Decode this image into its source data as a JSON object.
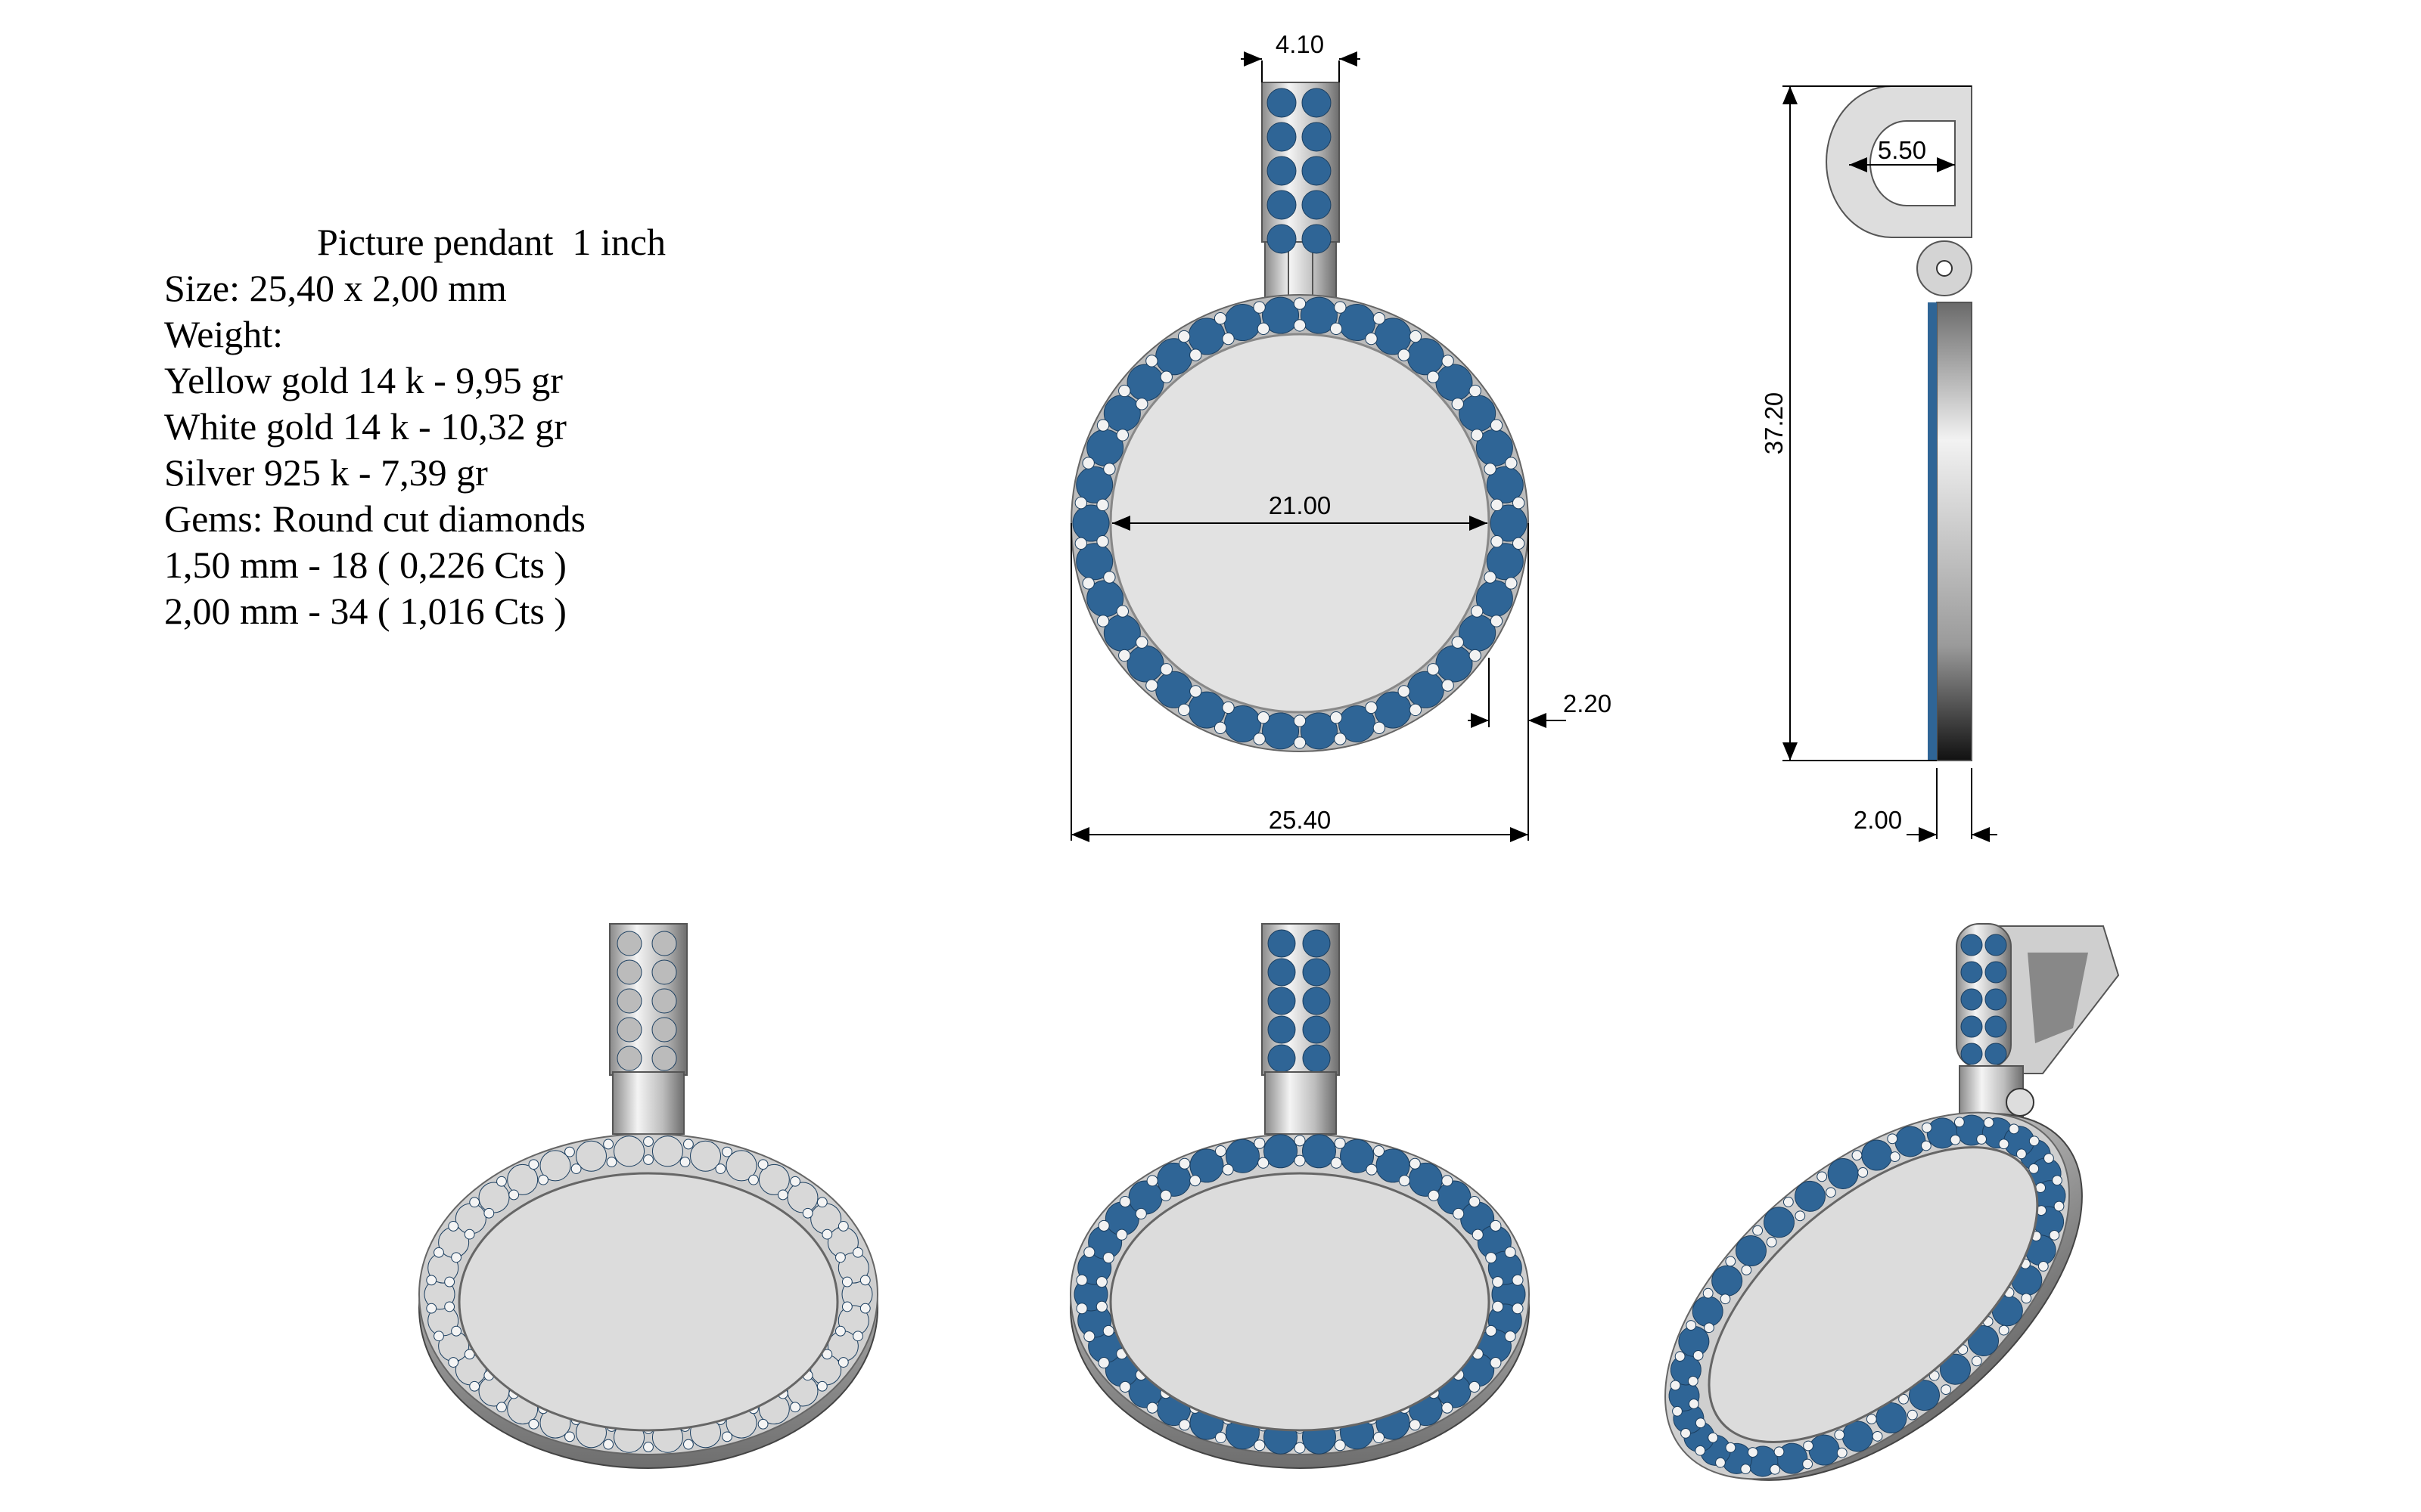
{
  "spec": {
    "title": "Picture pendant  1 inch",
    "lines": [
      "Size: 25,40 x 2,00 mm",
      "Weight:",
      "Yellow gold 14 k - 9,95 gr",
      "White gold 14 k - 10,32 gr",
      "Silver 925 k - 7,39 gr",
      "Gems: Round cut diamonds",
      "1,50 mm - 18 ( 0,226 Cts )",
      "2,00 mm - 34 ( 1,016 Cts )"
    ]
  },
  "dimensions": {
    "bail_width": "4.10",
    "inner_diameter": "21.00",
    "rim_width": "2.20",
    "outer_diameter": "25.40",
    "total_height": "37.20",
    "bail_opening": "5.50",
    "thickness": "2.00"
  },
  "colors": {
    "gem": "#2f6596",
    "metal": "#c8c8c8",
    "face": "#e2e2e2",
    "prong": "#f2f2f2"
  }
}
